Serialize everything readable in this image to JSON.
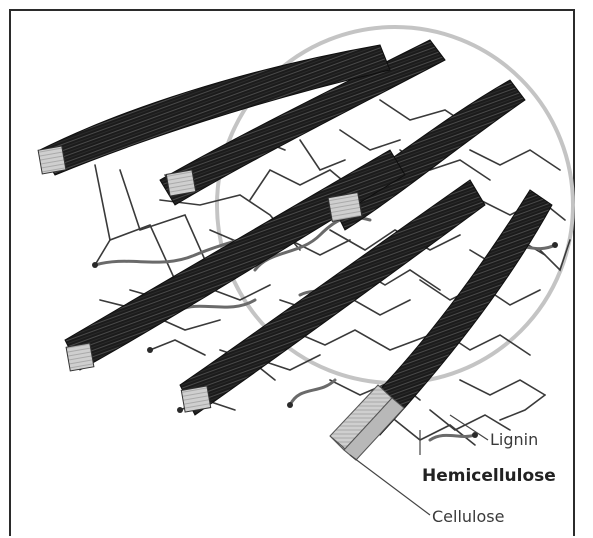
{
  "figure": {
    "labels": {
      "lignin": "Lignin",
      "hemicellulose": "Hemicellulose",
      "cellulose": "Cellulose"
    },
    "colors": {
      "fiber": "#1c1c1c",
      "fiber_highlight": "#5a5a5a",
      "network": "#3d3d3d",
      "circle": "#bdbdbd",
      "cellulose_block": "#c9c9c9",
      "frame": "#2b2b2b"
    }
  }
}
